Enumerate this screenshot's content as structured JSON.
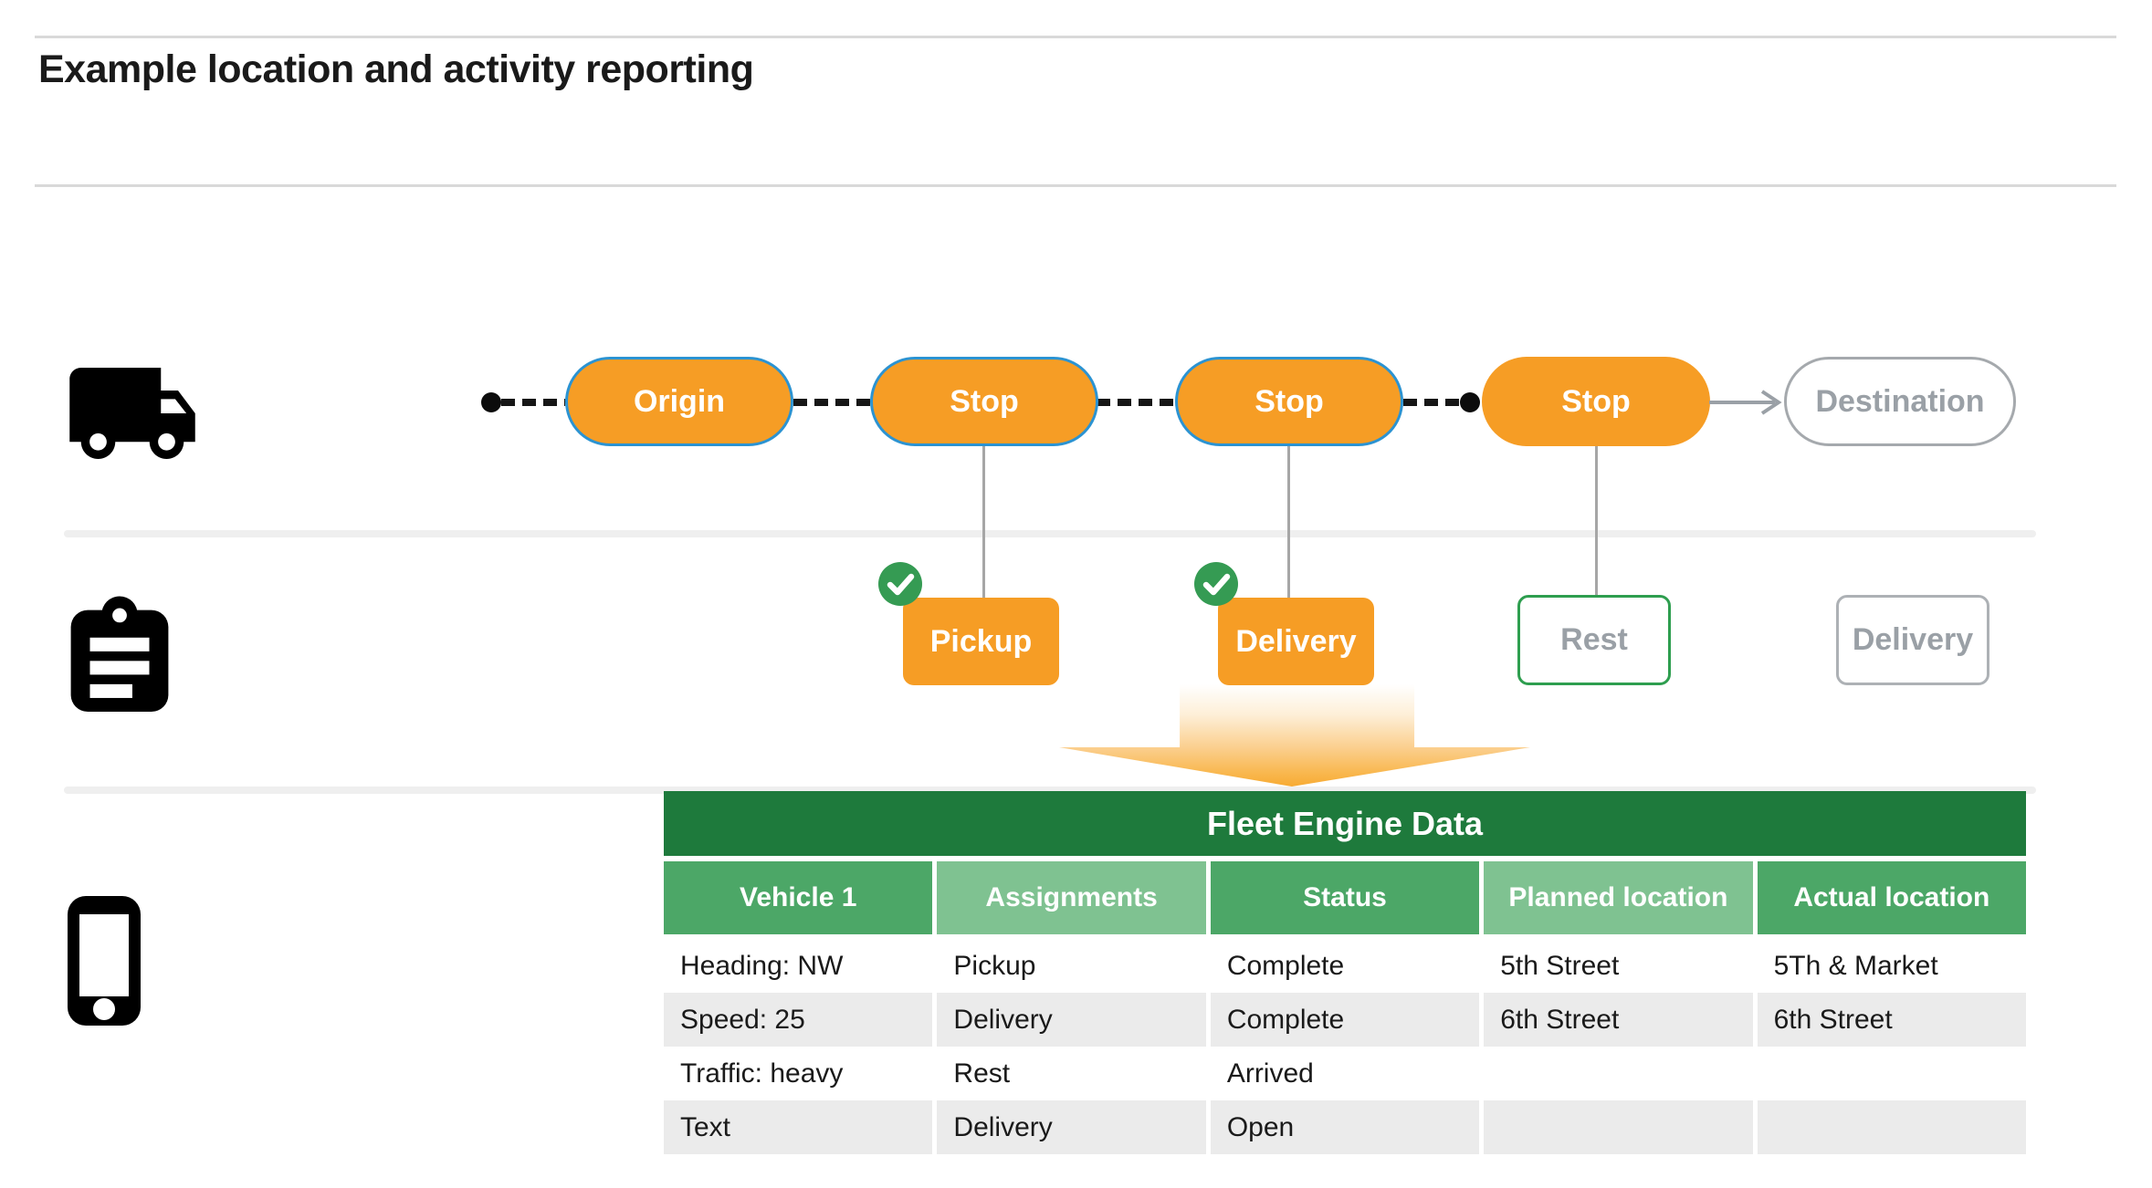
{
  "page": {
    "title": "Example location and activity reporting"
  },
  "colors": {
    "pill_orange": "#f69d25",
    "pill_blue_border": "#2b93d2",
    "table_dark_green": "#1e7a3c",
    "table_medium_green": "#4ca767",
    "table_light_green": "#7fc291",
    "check_green": "#359b53",
    "muted_gray": "#9aa0a6",
    "stripe_gray": "#ebebeb"
  },
  "icons": {
    "vehicle": "truck-icon",
    "activity": "clipboard-icon",
    "device": "smartphone-icon",
    "done": "check-circle-icon"
  },
  "journey": {
    "stops": [
      {
        "label": "Origin"
      },
      {
        "label": "Stop"
      },
      {
        "label": "Stop"
      },
      {
        "label": "Stop"
      },
      {
        "label": "Destination"
      }
    ]
  },
  "activities": {
    "items": [
      {
        "label": "Pickup",
        "state": "complete"
      },
      {
        "label": "Delivery",
        "state": "complete"
      },
      {
        "label": "Rest",
        "state": "current"
      },
      {
        "label": "Delivery",
        "state": "upcoming"
      }
    ]
  },
  "table": {
    "title": "Fleet Engine Data",
    "columns": [
      {
        "label": "Vehicle 1"
      },
      {
        "label": "Assignments"
      },
      {
        "label": "Status"
      },
      {
        "label": "Planned location"
      },
      {
        "label": "Actual location"
      }
    ],
    "rows": [
      [
        "Heading: NW",
        "Pickup",
        "Complete",
        "5th Street",
        "5Th & Market"
      ],
      [
        "Speed: 25",
        "Delivery",
        "Complete",
        "6th Street",
        "6th Street"
      ],
      [
        "Traffic: heavy",
        "Rest",
        "Arrived",
        "",
        ""
      ],
      [
        "Text",
        "Delivery",
        "Open",
        "",
        ""
      ]
    ]
  }
}
